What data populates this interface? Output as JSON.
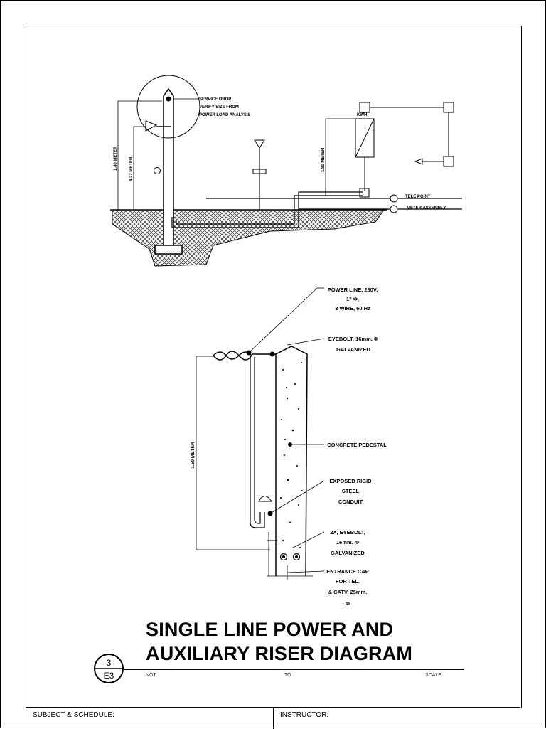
{
  "title": {
    "line1": "SINGLE LINE POWER AND",
    "line2": "AUXILIARY RISER DIAGRAM"
  },
  "detail_marker": {
    "number": "3",
    "sheet": "E3"
  },
  "title_captions": {
    "not": "NOT",
    "to": "TO",
    "scale": "SCALE"
  },
  "footer": {
    "subject_label": "SUBJECT & SCHEDULE:",
    "instructor_label": "INSTRUCTOR:"
  },
  "riser_callouts": {
    "power_line": [
      "POWER LINE, 230V,",
      "1\" Φ,",
      "3 WIRE, 60 Hz"
    ],
    "eyebolt": [
      "EYEBOLT, 16mm. Φ",
      "GALVANIZED"
    ],
    "pedestal": [
      "CONCRETE PEDESTAL"
    ],
    "conduit": [
      "EXPOSED RIGID",
      "STEEL",
      "CONDUIT"
    ],
    "eyebolt2": [
      "2X, EYEBOLT,",
      "16mm. Φ",
      "GALVANIZED"
    ],
    "entrance_cap": [
      "ENTRANCE CAP",
      "FOR TEL.",
      "& CATV, 25mm.",
      "Φ"
    ],
    "height": "1.50 METER"
  },
  "top_labels": {
    "height1": "1.40 METER",
    "height2": "4.27 METER",
    "height3": "1.80 METER",
    "note": [
      "SERVICE DROP",
      "VERIFY SIZE FROM",
      "POWER LOAD ANALYSIS"
    ],
    "kwh": "KWH",
    "line_a": "TELE POINT",
    "line_b": "METER ASSEMBLY"
  },
  "colors": {
    "ink": "#000000",
    "hatch": "#555555"
  }
}
